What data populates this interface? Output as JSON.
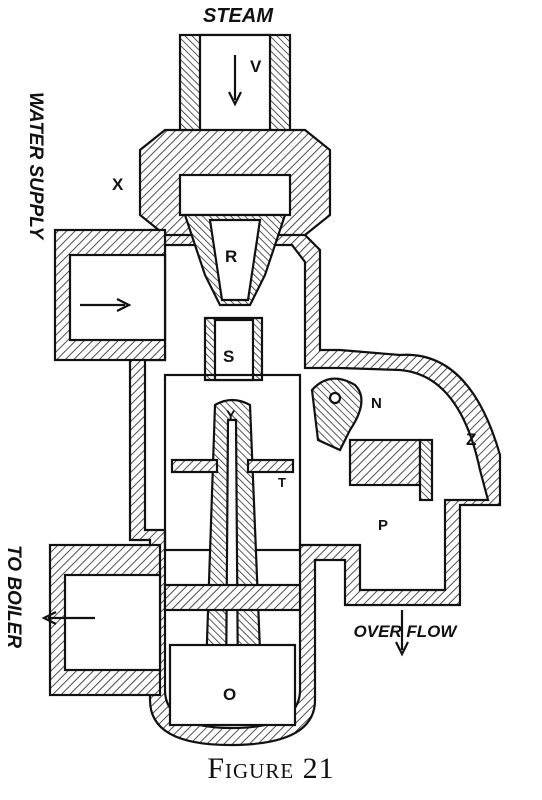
{
  "labels": {
    "steam": "STEAM",
    "water_supply": "WATER SUPPLY",
    "to_boiler": "TO BOILER",
    "over_flow": "OVER FLOW",
    "v": "V",
    "x": "X",
    "r": "R",
    "s": "S",
    "y": "Y",
    "t": "T",
    "n": "N",
    "z": "Z",
    "p": "P",
    "o": "O"
  },
  "caption": "Figure 21"
}
